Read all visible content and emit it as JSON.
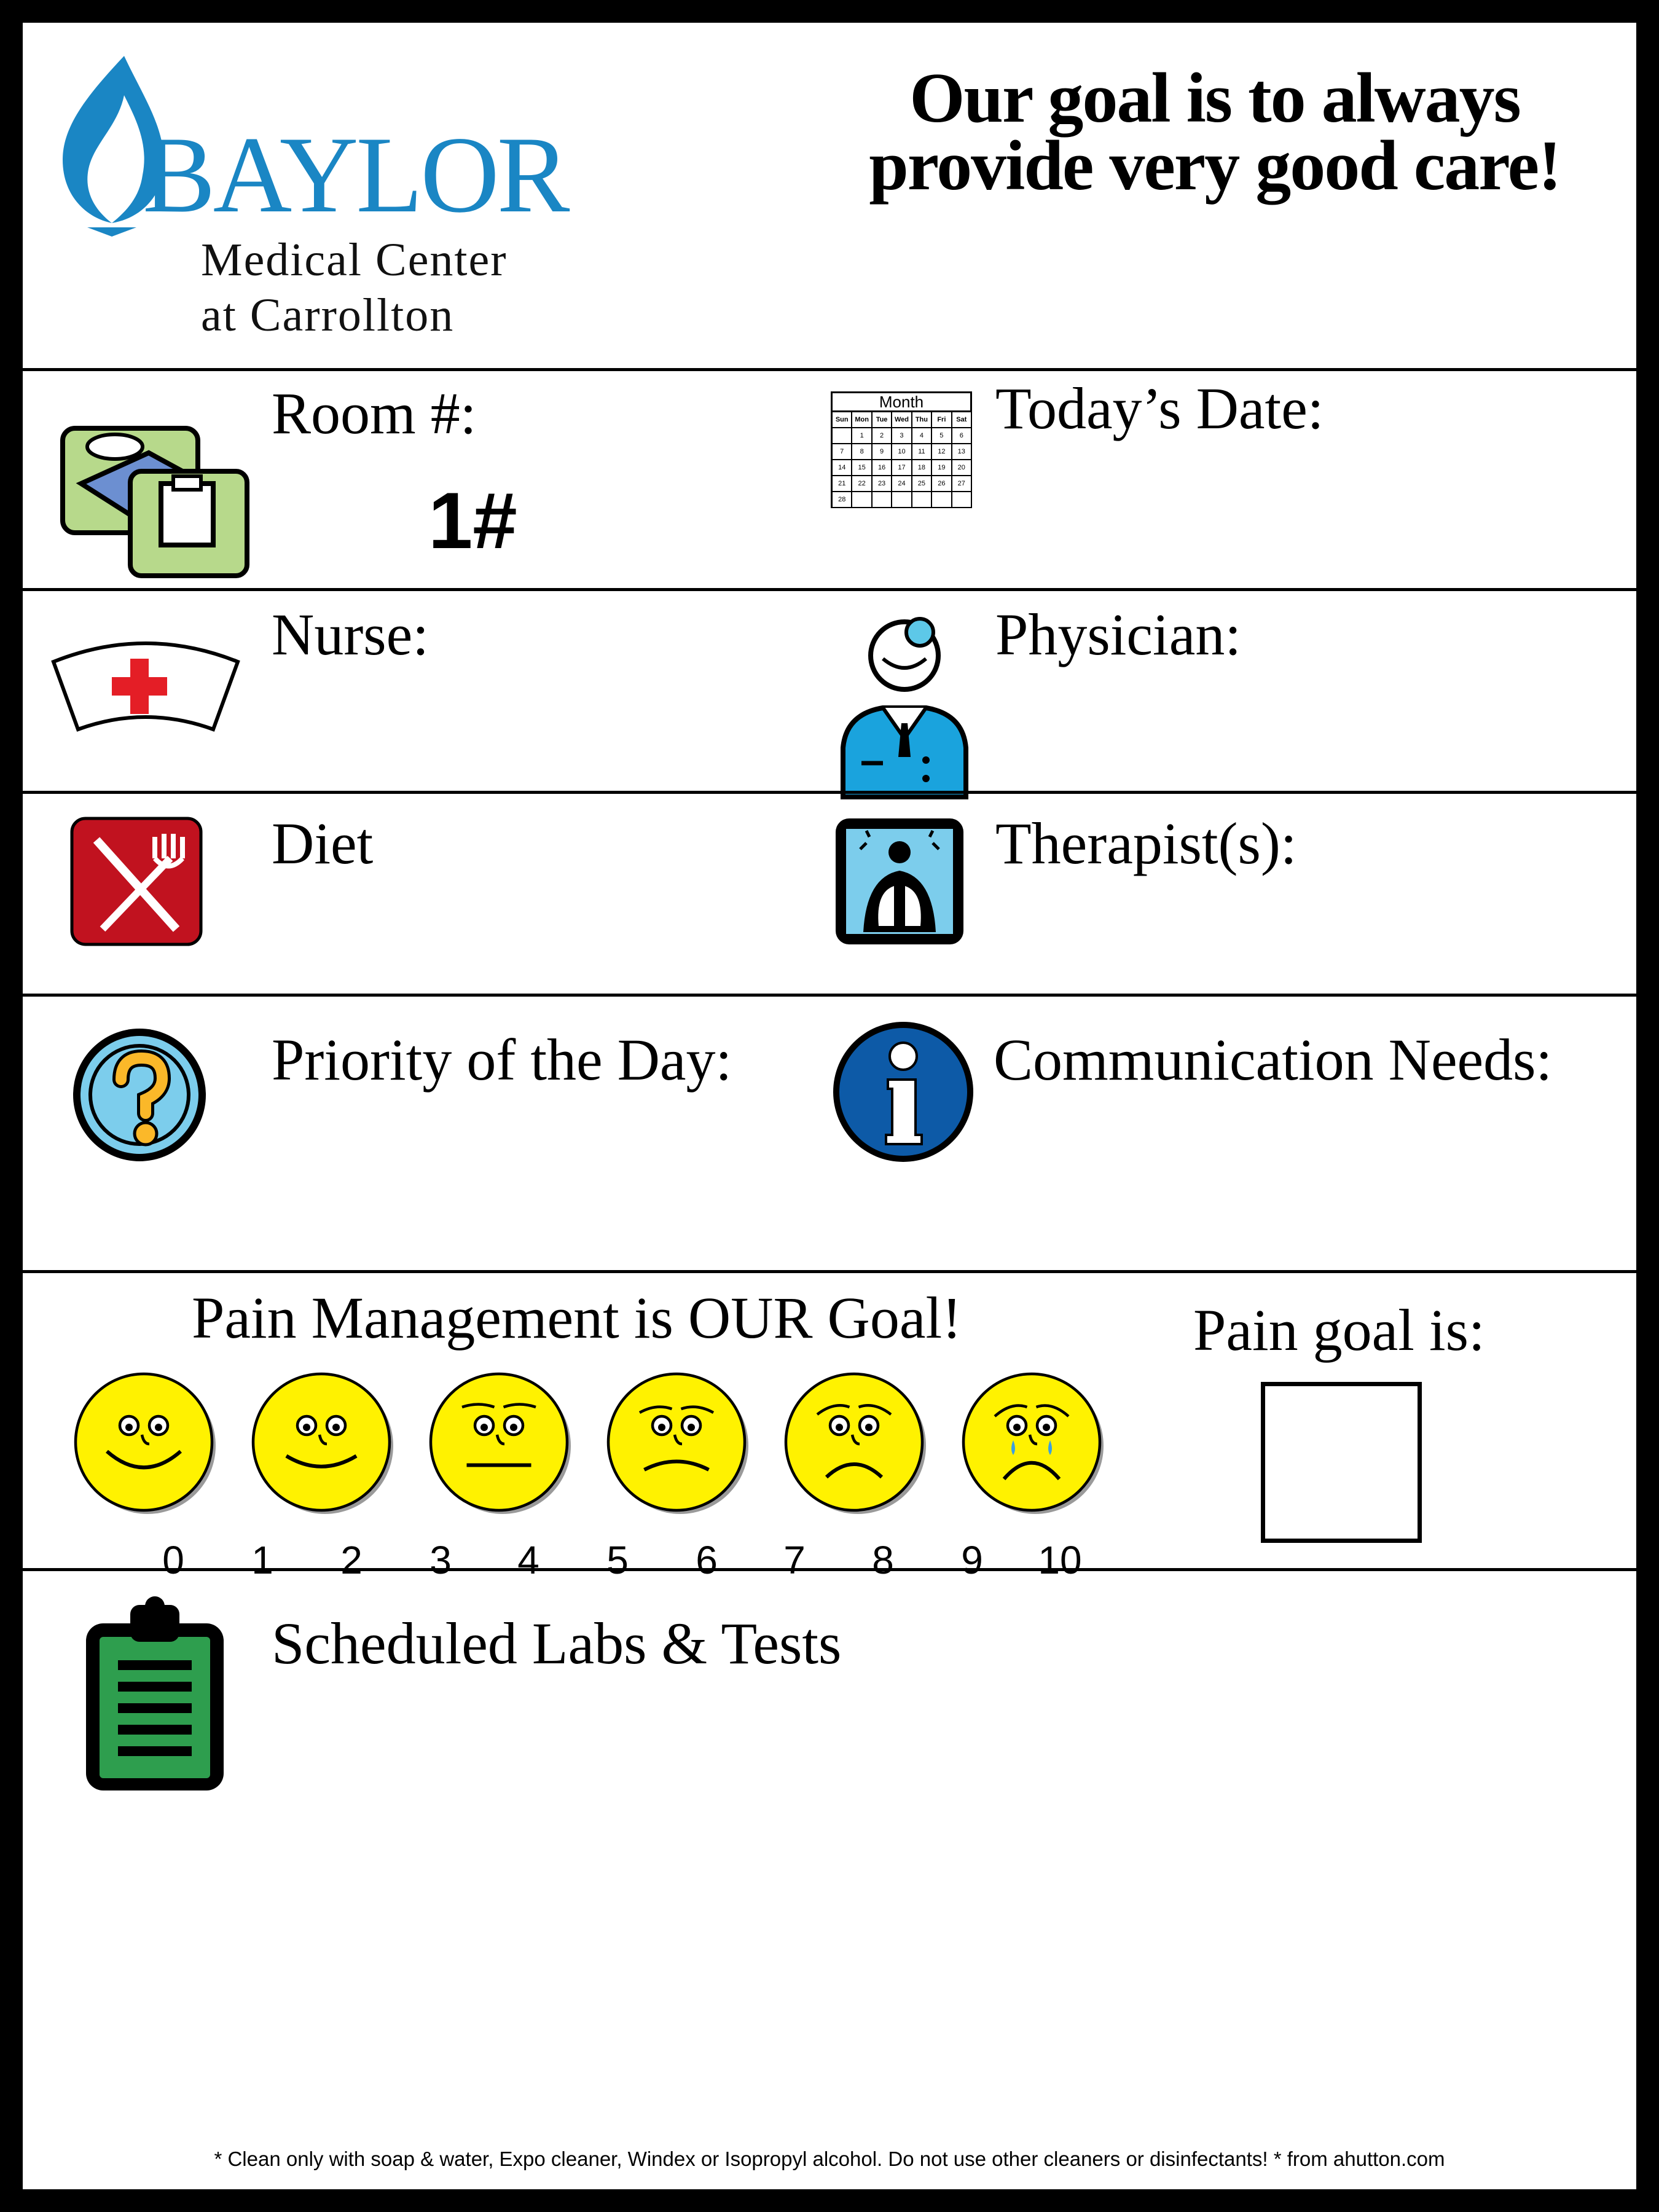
{
  "header": {
    "logo": {
      "wordmark": "BAYLOR",
      "line1": "Medical Center",
      "line2": "at Carrollton",
      "color": "#1a86c4"
    },
    "slogan_line1": "Our goal is to always",
    "slogan_line2": "provide very good care!"
  },
  "room": {
    "label": "Room #:",
    "value": "1#",
    "icon": "hospital-bed-icon"
  },
  "date": {
    "label": "Today’s Date:",
    "icon": "calendar-icon",
    "calendar": {
      "month": "Month",
      "days": [
        "Sun",
        "Mon",
        "Tue",
        "Wed",
        "Thu",
        "Fri",
        "Sat"
      ],
      "weeks": [
        [
          "",
          "1",
          "2",
          "3",
          "4",
          "5",
          "6"
        ],
        [
          "7",
          "8",
          "9",
          "10",
          "11",
          "12",
          "13"
        ],
        [
          "14",
          "15",
          "16",
          "17",
          "18",
          "19",
          "20"
        ],
        [
          "21",
          "22",
          "23",
          "24",
          "25",
          "26",
          "27"
        ],
        [
          "28",
          "",
          "",
          "",
          "",
          "",
          ""
        ]
      ]
    }
  },
  "nurse": {
    "label": "Nurse:",
    "icon": "nurse-cap-icon"
  },
  "physician": {
    "label": "Physician:",
    "icon": "physician-icon"
  },
  "diet": {
    "label": "Diet",
    "icon": "fork-knife-icon",
    "color": "#c1121f"
  },
  "therapist": {
    "label": "Therapist(s):",
    "icon": "lungs-icon"
  },
  "priority": {
    "label": "Priority of the Day:",
    "icon": "question-icon"
  },
  "communication": {
    "label": "Communication Needs:",
    "icon": "info-icon"
  },
  "pain": {
    "title": "Pain Management is OUR Goal!",
    "goal_label": "Pain goal is:",
    "scale": [
      "0",
      "1",
      "2",
      "3",
      "4",
      "5",
      "6",
      "7",
      "8",
      "9",
      "10"
    ],
    "faces": [
      "0",
      "2",
      "4",
      "6",
      "8",
      "10"
    ],
    "face_color": "#fff200"
  },
  "labs": {
    "label": "Scheduled Labs & Tests",
    "icon": "clipboard-icon"
  },
  "footer": {
    "note": "* Clean only with soap & water, Expo cleaner, Windex or Isopropyl alcohol.  Do not use other cleaners or disinfectants! * from ahutton.com"
  }
}
